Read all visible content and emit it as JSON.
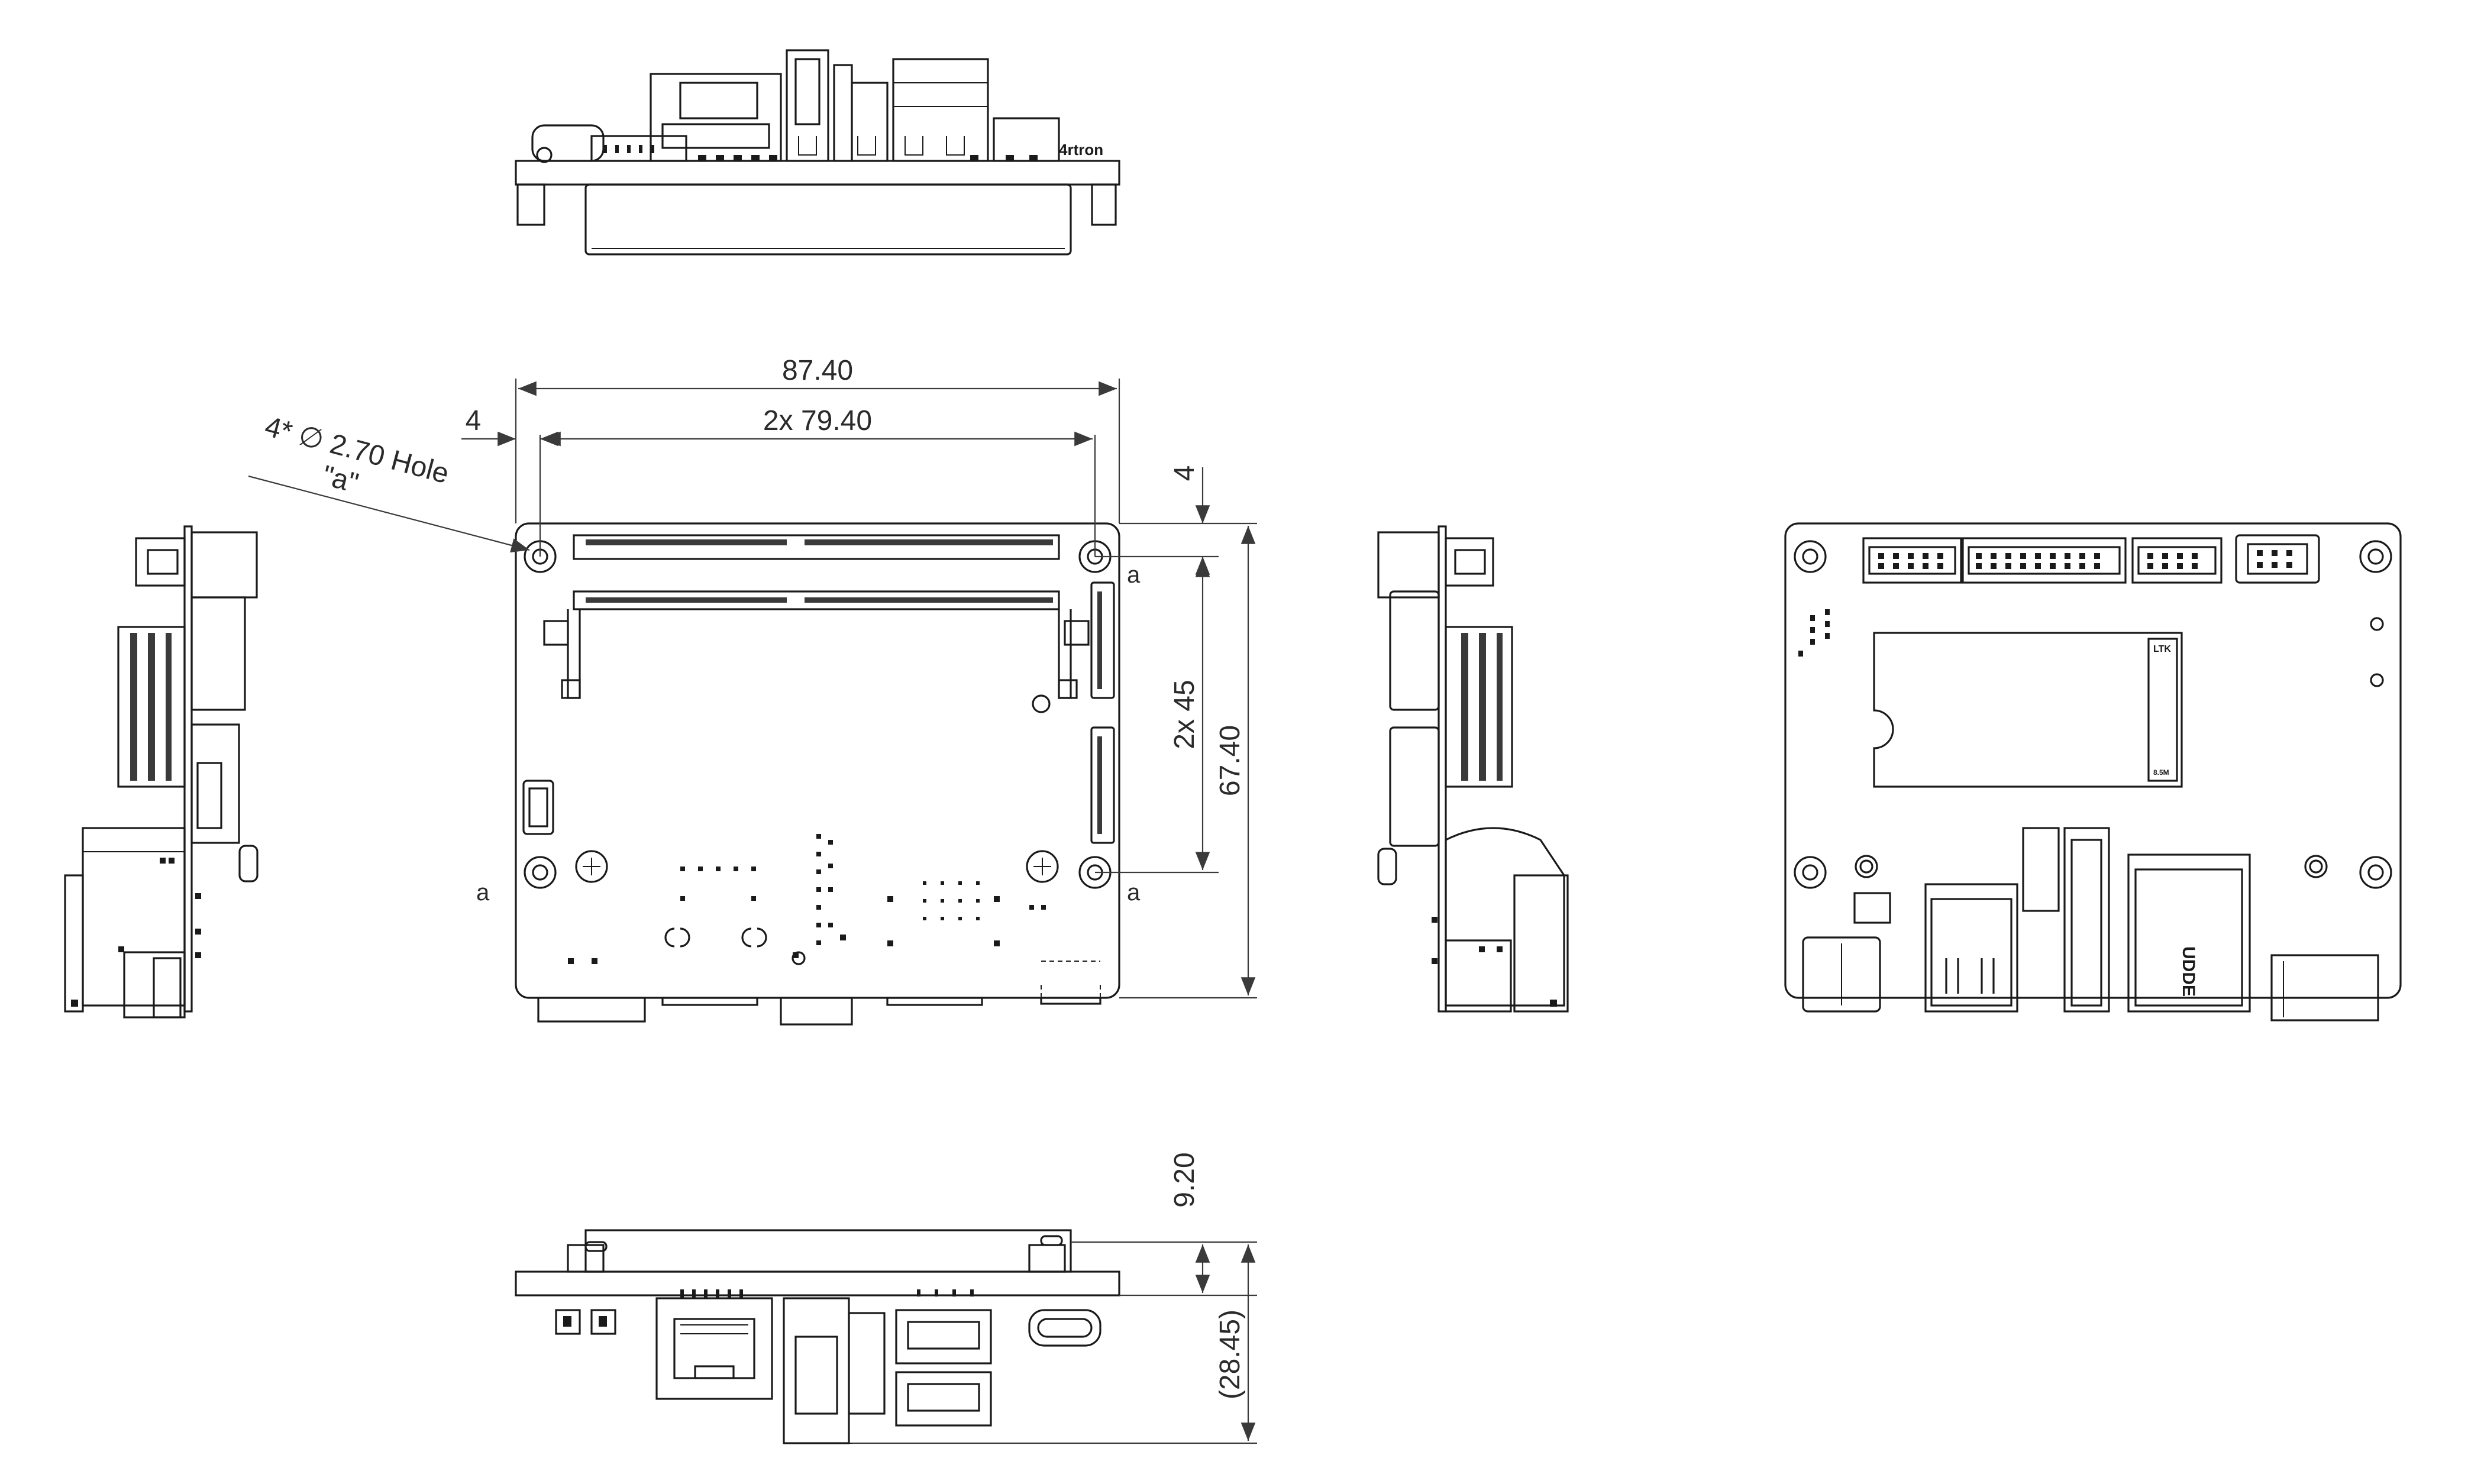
{
  "dimensions": {
    "overall_width": "87.40",
    "hole_offset_x": "4",
    "hole_spacing_x": "2x 79.40",
    "hole_offset_y": "4",
    "hole_spacing_y": "2x 45",
    "overall_height": "67.40",
    "board_height": "9.20",
    "total_height": "(28.45)"
  },
  "hole_callout": {
    "line1": "4*",
    "diameter_symbol": "∅",
    "line1_rest": "2.70 Hole",
    "line2": "\"a\""
  },
  "hole_marks": [
    "a",
    "a",
    "a",
    "a"
  ],
  "board_labels": {
    "brand": "4rtron",
    "m2_top": "LTK",
    "m2_bottom": "8.5M",
    "usb_label": "UDDE"
  }
}
